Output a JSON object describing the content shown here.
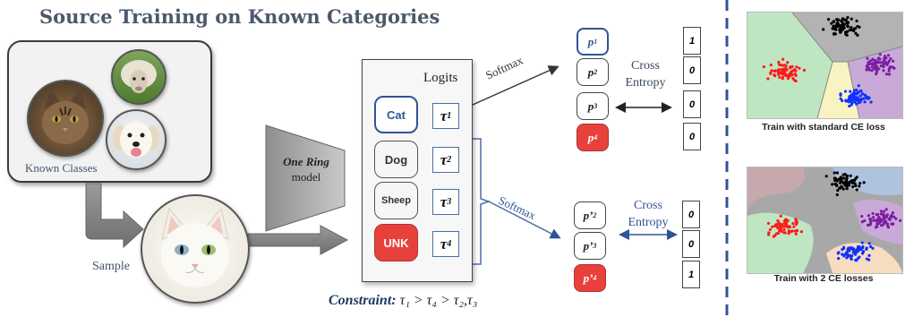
{
  "title": "Source Training on Known Categories",
  "known_classes_label": "Known Classes",
  "sample_label": "Sample",
  "model": {
    "name": "One Ring",
    "suffix": "model"
  },
  "logits": {
    "title": "Logits",
    "classes": [
      "Cat",
      "Dog",
      "Sheep",
      "UNK"
    ],
    "taus": [
      "τ",
      "τ",
      "τ",
      "τ"
    ],
    "tau_subs": [
      "1",
      "2",
      "3",
      "4"
    ]
  },
  "softmax_label": "Softmax",
  "cross_entropy_label": [
    "Cross",
    "Entropy"
  ],
  "top_branch": {
    "probs": [
      "p",
      "p",
      "p",
      "p"
    ],
    "prob_subs": [
      "1",
      "2",
      "3",
      "4"
    ],
    "targets": [
      "1",
      "0",
      "0",
      "0"
    ]
  },
  "bottom_branch": {
    "probs": [
      "p’",
      "p’",
      "p’"
    ],
    "prob_subs": [
      "2",
      "3",
      "4"
    ],
    "targets": [
      "0",
      "0",
      "1"
    ]
  },
  "constraint": {
    "label": "Constraint:",
    "expr": "τ₁ > τ₄ > τ₂,τ₃"
  },
  "plots": [
    {
      "caption": "Train with standard CE loss"
    },
    {
      "caption": "Train with 2 CE losses"
    }
  ],
  "colors": {
    "blue_outline": "#2f5496",
    "red_fill": "#e8413c",
    "grey_outline": "#555555",
    "cluster_black": "#000000",
    "cluster_red": "#ff1a1a",
    "cluster_purple": "#7a1fa2",
    "cluster_blue": "#1030ff"
  }
}
